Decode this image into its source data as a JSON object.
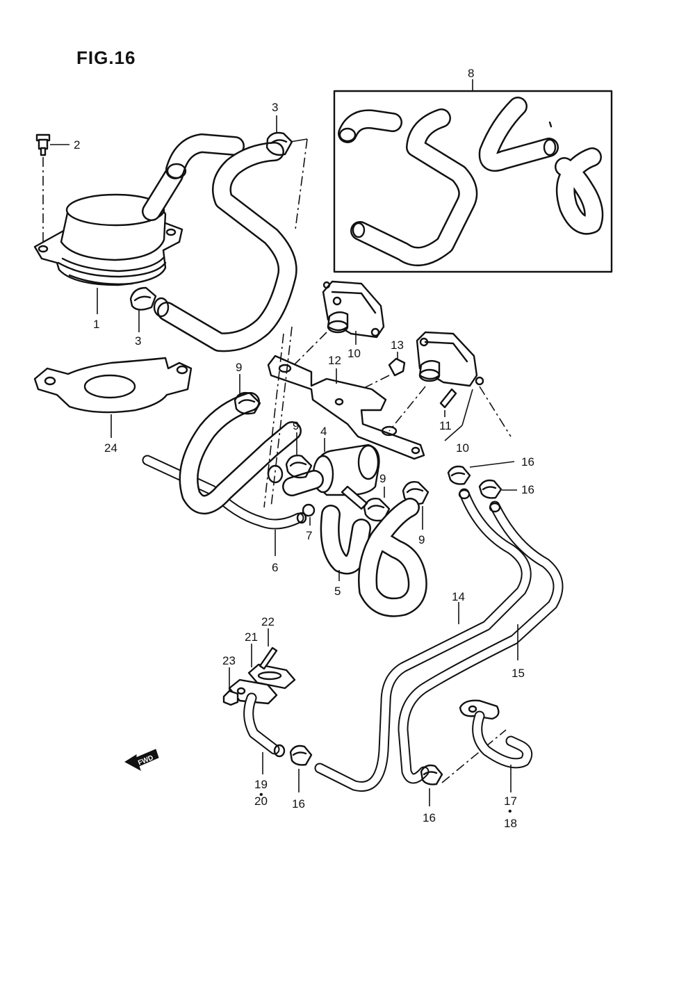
{
  "figure": {
    "title": "FIG.16"
  },
  "fwd_arrow": {
    "label": "FWD"
  },
  "callouts": {
    "c1": "1",
    "c2": "2",
    "c3a": "3",
    "c3b": "3",
    "c4": "4",
    "c5": "5",
    "c6": "6",
    "c7": "7",
    "c8": "8",
    "c9a": "9",
    "c9b": "9",
    "c9c": "9",
    "c9d": "9",
    "c10a": "10",
    "c10b": "10",
    "c11": "11",
    "c12": "12",
    "c13": "13",
    "c14": "14",
    "c15": "15",
    "c16a": "16",
    "c16b": "16",
    "c16c": "16",
    "c16d": "16",
    "c17": "17",
    "c18": "18",
    "c19": "19",
    "c20": "20",
    "c21": "21",
    "c22": "22",
    "c23": "23",
    "c24": "24"
  }
}
